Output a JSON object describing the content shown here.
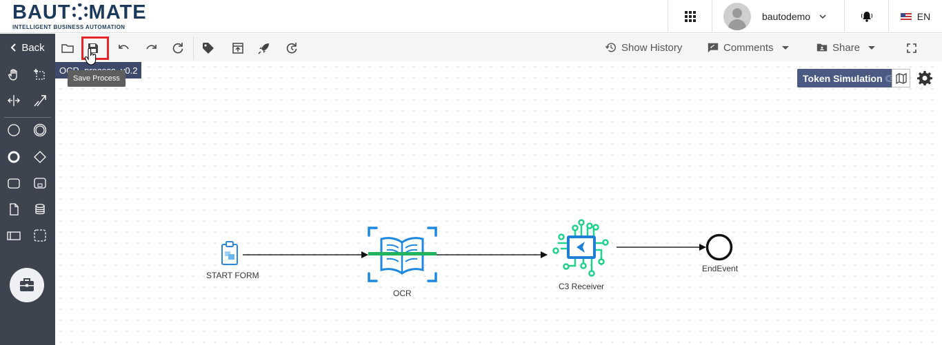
{
  "header": {
    "logo_main_left": "BAUT",
    "logo_main_right": "MATE",
    "logo_sub": "INTELLIGENT BUSINESS AUTOMATION",
    "user_name": "bautodemo",
    "language": "EN"
  },
  "sidebar": {
    "back_label": "Back"
  },
  "toolbar": {
    "show_history": "Show History",
    "comments": "Comments",
    "share": "Share",
    "tooltip": "Save Process"
  },
  "canvas": {
    "process_label": "OCR_process_v0.2",
    "token_simulation": "Token Simulation"
  },
  "nodes": {
    "start": "START FORM",
    "ocr": "OCR",
    "c3": "C3 Receiver",
    "end": "EndEvent"
  },
  "colors": {
    "sidebar_bg": "#3e4350",
    "highlight": "#e8262a",
    "token_bg": "#4b5a82",
    "ocr_blue": "#1d88e0",
    "ocr_green": "#22b35e",
    "c3_green": "#1ed28a",
    "c3_blue": "#1e7fd6"
  }
}
